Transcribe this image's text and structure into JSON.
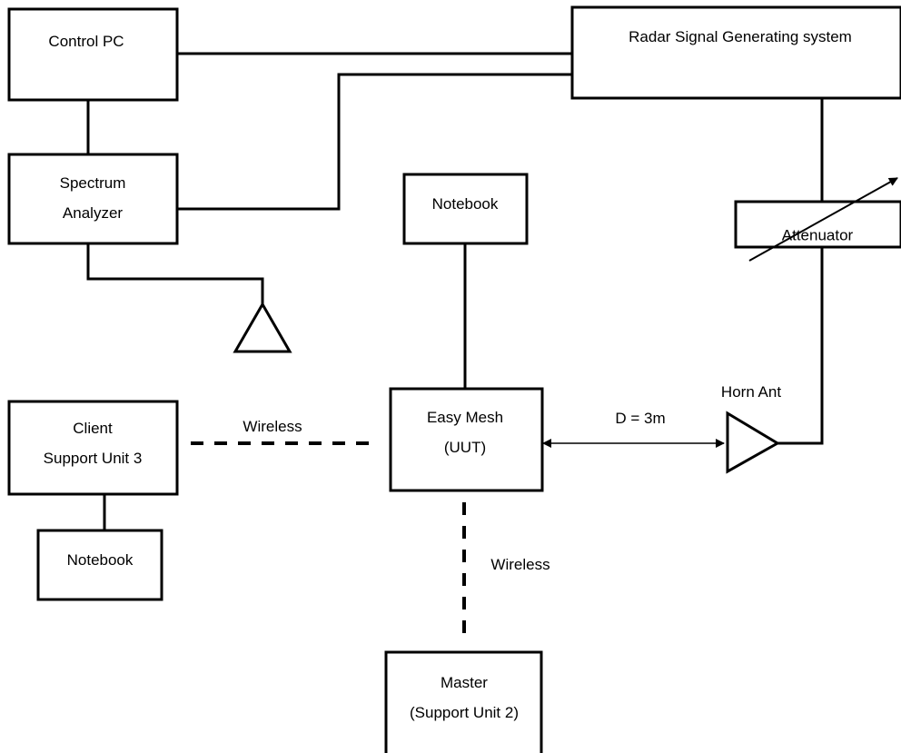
{
  "diagram": {
    "control_pc": "Control PC",
    "radar_system": "Radar Signal Generating system",
    "spectrum_analyzer": {
      "line1": "Spectrum",
      "line2": "Analyzer"
    },
    "notebook_top": "Notebook",
    "attenuator": "Attenuator",
    "horn_antenna": "Horn Ant",
    "client": {
      "line1": "Client",
      "line2": "Support Unit 3"
    },
    "wireless_left": "Wireless",
    "uut": {
      "line1": "Easy Mesh",
      "line2": "(UUT)"
    },
    "distance": "D = 3m",
    "notebook_bottom": "Notebook",
    "wireless_bottom": "Wireless",
    "master": {
      "line1": "Master",
      "line2": "(Support Unit 2)"
    }
  }
}
